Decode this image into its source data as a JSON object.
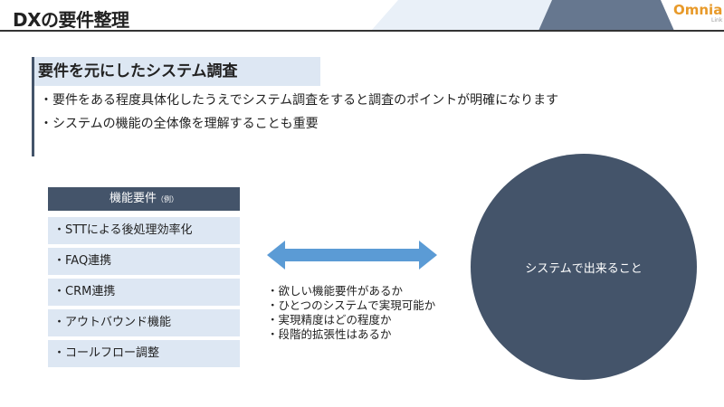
{
  "header": {
    "title": "DXの要件整理",
    "logo_text": "Omnia",
    "logo_sub": "Link"
  },
  "section": {
    "heading": "要件を元にしたシステム調査",
    "bullets": [
      "・要件をある程度具体化したうえでシステム調査をすると調査のポイントが明確になります",
      "・システムの機能の全体像を理解することも重要"
    ]
  },
  "functional_requirements": {
    "header": "機能要件",
    "header_note": "（例）",
    "items": [
      "・STTによる後処理効率化",
      "・FAQ連携",
      "・CRM連携",
      "・アウトバウンド機能",
      "・コールフロー調整"
    ]
  },
  "questions": [
    "・欲しい機能要件があるか",
    "・ひとつのシステムで実現可能か",
    "・実現精度はどの程度か",
    "・段階的拡張性はあるか"
  ],
  "circle": {
    "label": "システムで出来ること"
  },
  "colors": {
    "dark": "#44546a",
    "light": "#dde7f3",
    "arrow": "#5b9bd5",
    "accent": "#f0a030"
  }
}
